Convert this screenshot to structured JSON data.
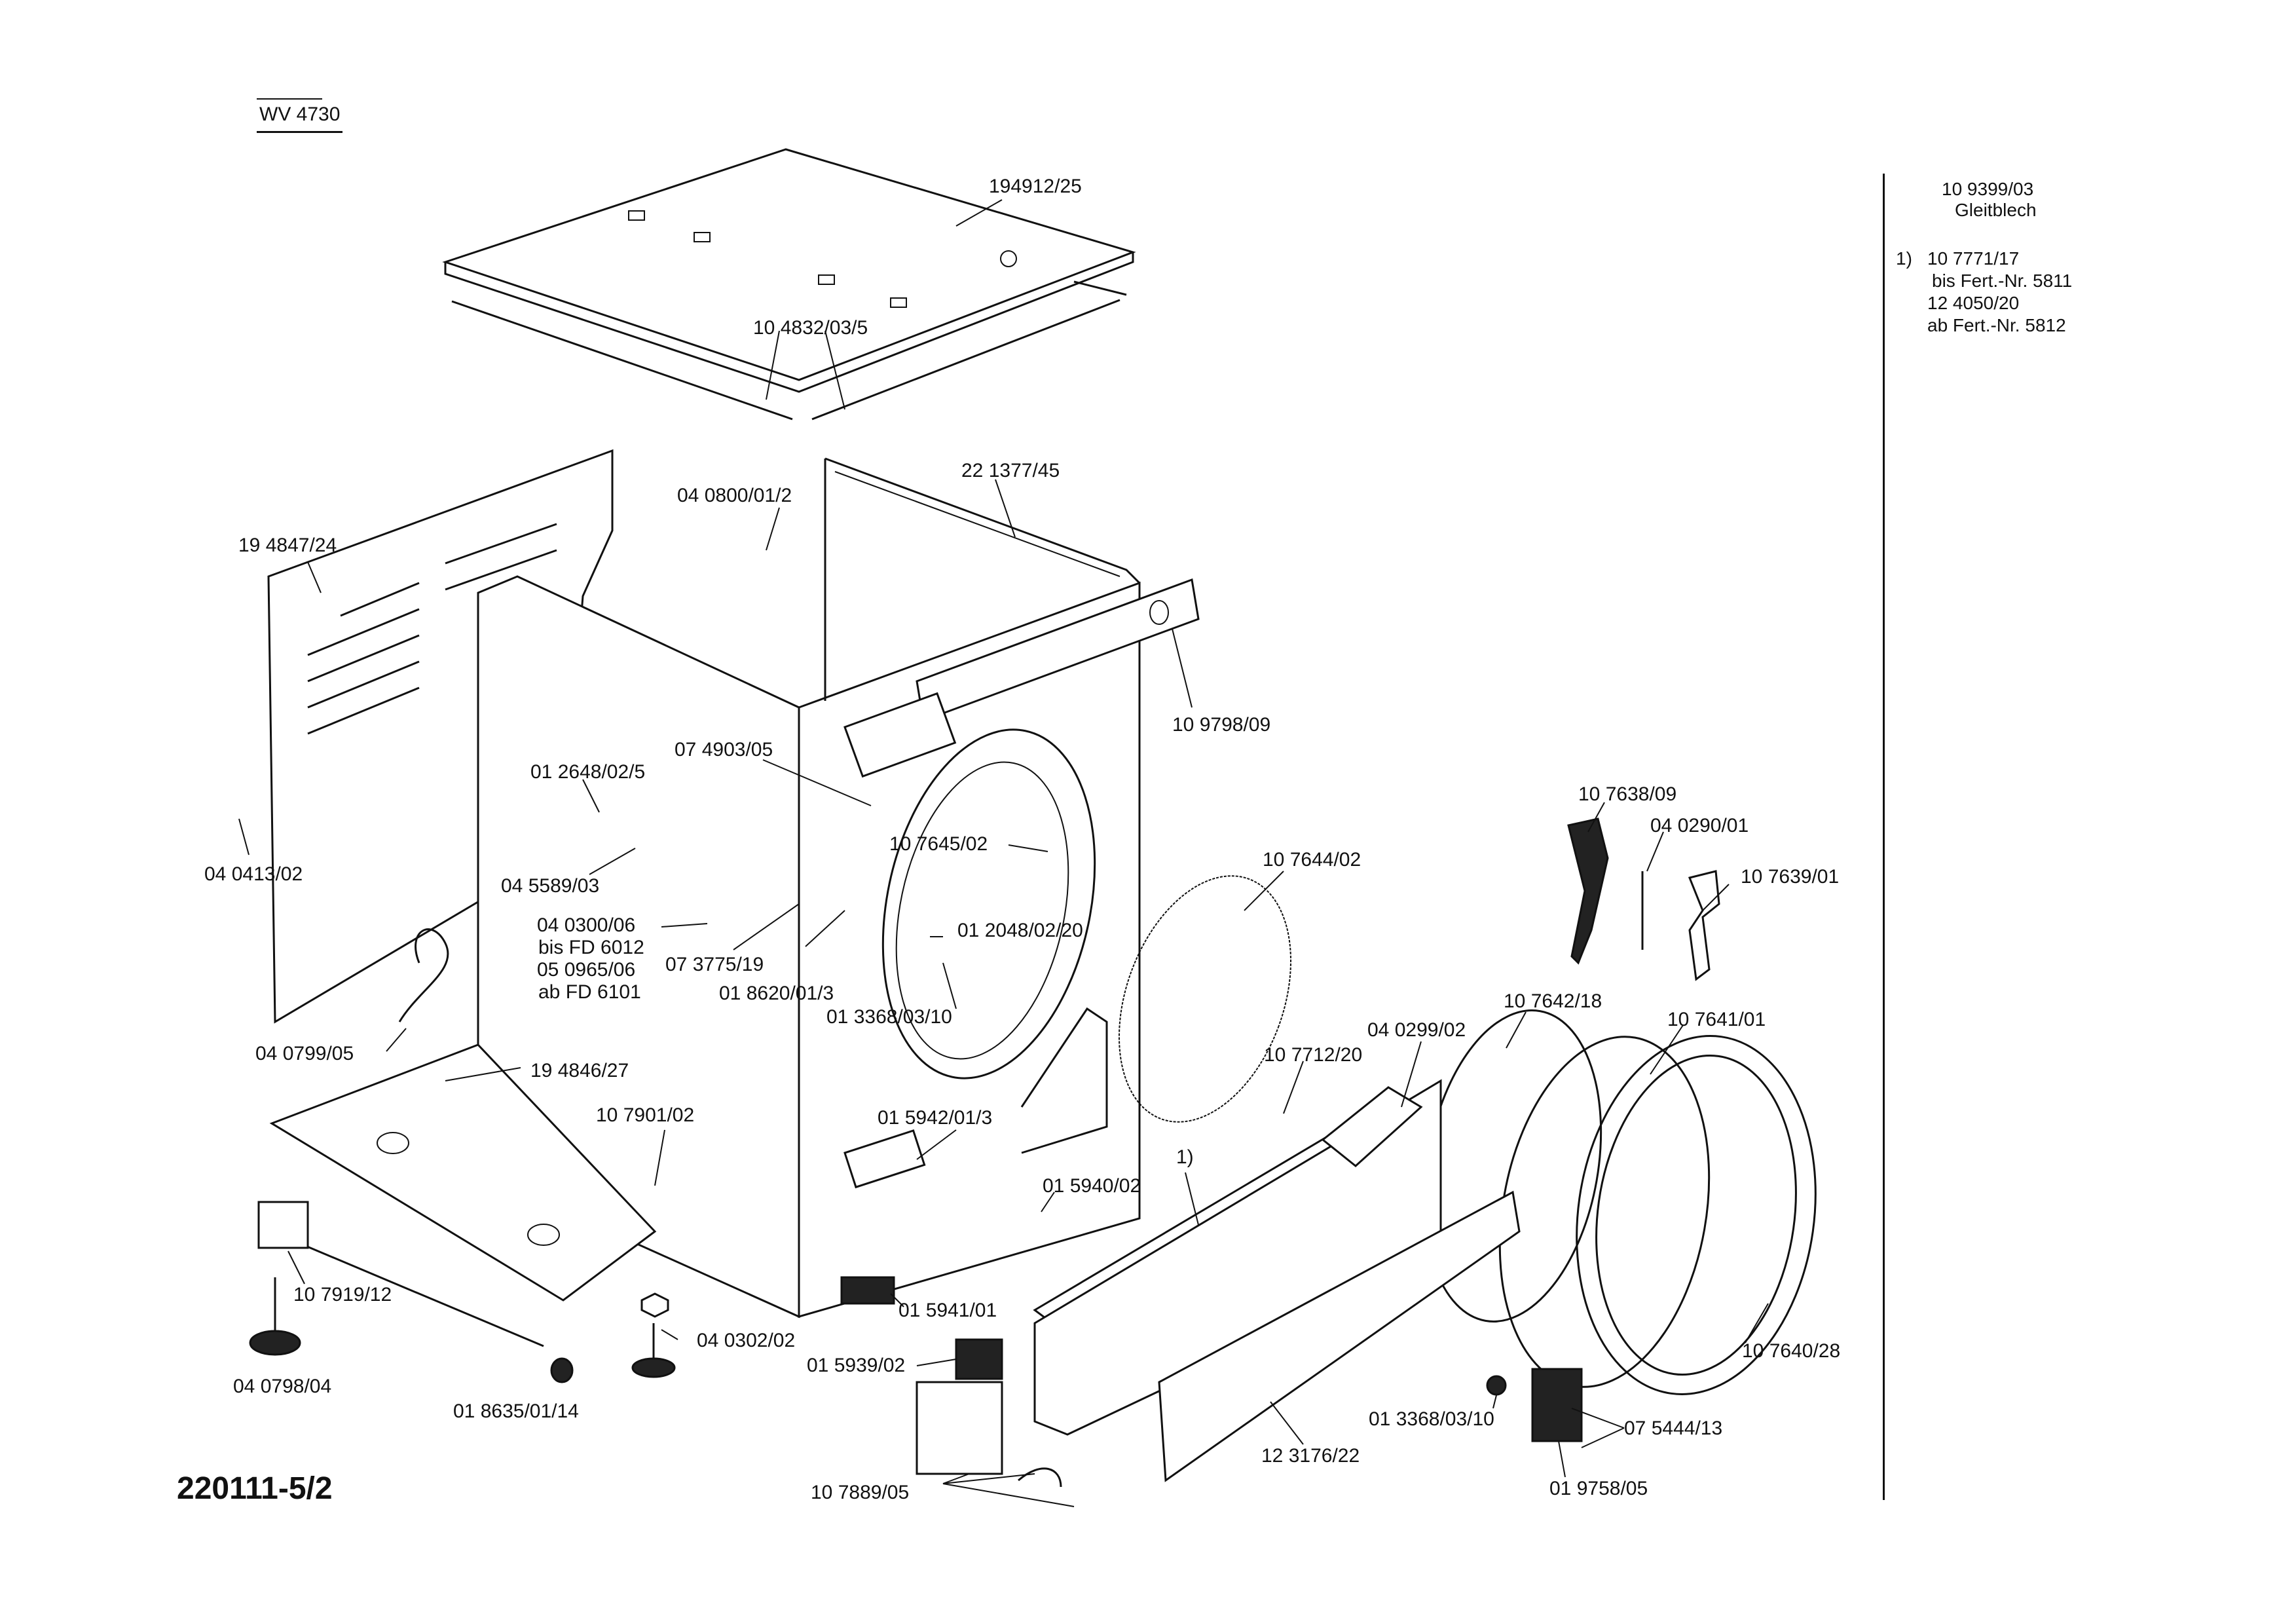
{
  "header": {
    "model": "WV 4730"
  },
  "document_number": "220111-5/2",
  "notes": {
    "gleitblech_part": "10 9399/03",
    "gleitblech_label": "Gleitblech",
    "footnote_marker": "1)",
    "footnote_lines": [
      "10 7771/17",
      "bis Fert.-Nr. 5811",
      "12 4050/20",
      "ab Fert.-Nr. 5812"
    ]
  },
  "parts": {
    "top_cover": "194912/25",
    "top_strip": "10 4832/03/5",
    "back_panel": "19 4847/24",
    "hinge_bracket": "04 0800/01/2",
    "frame_top": "22 1377/45",
    "control_bracket": "10 9798/09",
    "bracket_074903": "07 4903/05",
    "clip_012648": "01 2648/02/5",
    "relay_045589": "04 5589/03",
    "pressure_040413": "04 0413/02",
    "switch_040300": "04 0300/06",
    "bis_fd": "bis FD 6012",
    "alt_050965": "05 0965/06",
    "ab_fd": "ab FD 6101",
    "part_073775": "07 3775/19",
    "part_018620": "01 8620/01/3",
    "part_013368_top": "01 3368/03/10",
    "washer_012048": "01 2048/02/20",
    "seal_107645": "10 7645/02",
    "spring_107644": "10 7644/02",
    "lever_107638": "10 7638/09",
    "pin_040290": "04 0290/01",
    "hook_107639": "10 7639/01",
    "ring_107642": "10 7642/18",
    "ring_107641": "10 7641/01",
    "door_107640": "10 7640/28",
    "hose_040799": "04 0799/05",
    "base_194846": "19 4846/27",
    "cover_107901": "10 7901/02",
    "latch_015942": "01 5942/01/3",
    "rail_107712": "10 7712/20",
    "screw_040299": "04 0299/02",
    "footnote_ref": "1)",
    "part_015940": "01 5940/02",
    "motor_107919": "10 7919/12",
    "foot_040798": "04 0798/04",
    "nut_040302": "04 0302/02",
    "plug_018635": "01 8635/01/14",
    "part_015941": "01 5941/01",
    "part_015939": "01 5939/02",
    "label_107889": "10 7889/05",
    "panel_123176": "12 3176/22",
    "screw_013368_bottom": "01 3368/03/10",
    "lock_075444": "07 5444/13",
    "part_019758": "01 9758/05"
  }
}
